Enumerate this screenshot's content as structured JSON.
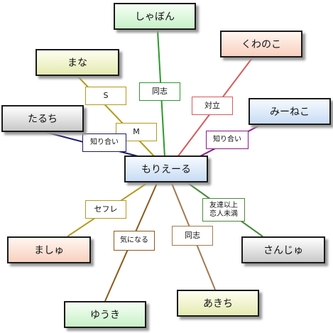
{
  "colors": {
    "green": "#2b9a2b",
    "red": "#d85a5a",
    "olive": "#b39a1c",
    "navy": "#1a1a6e",
    "purple": "#8a198a",
    "teal": "#4a8a3a",
    "brown": "#8a5a1a",
    "tan": "#a07a50",
    "gold": "#b59a22"
  },
  "center": {
    "label": "もりえーる"
  },
  "nodes": {
    "shabon": {
      "label": "しゃぼん"
    },
    "kuwanoko": {
      "label": "くわのこ"
    },
    "mana": {
      "label": "まな"
    },
    "taruchi": {
      "label": "たるち"
    },
    "miineko": {
      "label": "みーねこ"
    },
    "mashu": {
      "label": "ましゅ"
    },
    "sanjuu": {
      "label": "さんじゅ"
    },
    "akichi": {
      "label": "あきち"
    },
    "yuuki": {
      "label": "ゆうき"
    }
  },
  "edges": {
    "shabon": {
      "label": "同志"
    },
    "kuwanoko": {
      "label": "対立"
    },
    "mana_s": {
      "label": "S"
    },
    "mana_m": {
      "label": "M"
    },
    "taruchi": {
      "label": "知り合い"
    },
    "miineko": {
      "label": "知り合い"
    },
    "mashu": {
      "label": "セフレ"
    },
    "sanjuu": {
      "label_line1": "友達以上",
      "label_line2": "恋人未満"
    },
    "akichi": {
      "label": "同志"
    },
    "yuuki": {
      "label": "気になる"
    }
  }
}
